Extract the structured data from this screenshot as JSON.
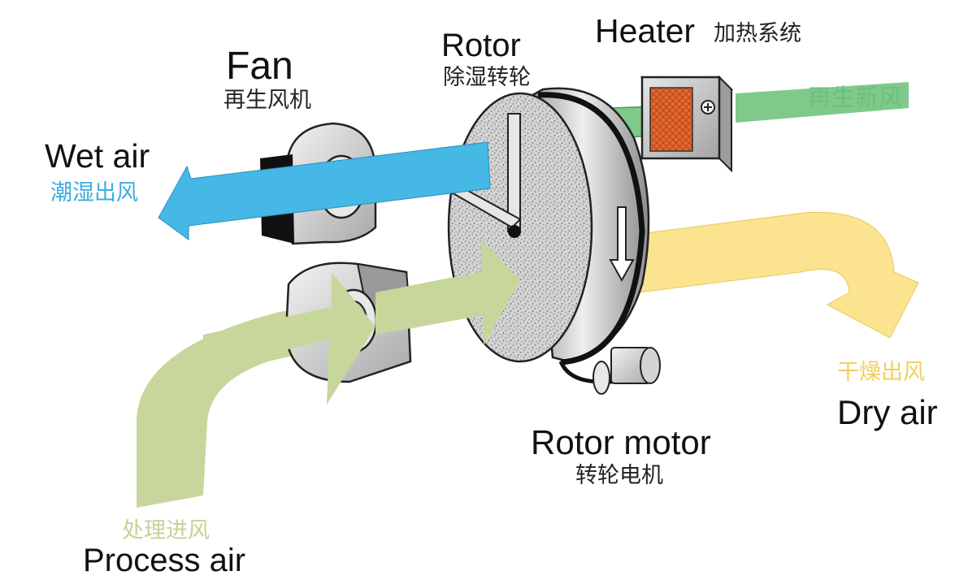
{
  "colors": {
    "process_air": "#c7d69a",
    "wet_air": "#45b8e5",
    "dry_air": "#fbe38f",
    "regen_air": "#7fc98b",
    "heater_element": "#e0662a",
    "rotor_face": "#d6d6d6"
  },
  "labels": {
    "rotor_en": "Rotor",
    "rotor_cn": "除湿转轮",
    "heater_en": "Heater",
    "heater_cn": "加热系统",
    "fan_en": "Fan",
    "fan_cn": "再生风机",
    "wet_air_en": "Wet air",
    "wet_air_cn": "潮湿出风",
    "regen_air_cn": "再生新风",
    "dry_air_cn": "干燥出风",
    "dry_air_en": "Dry air",
    "rotor_motor_en": "Rotor motor",
    "rotor_motor_cn": "转轮电机",
    "process_air_cn": "处理进风",
    "process_air_en": "Process air"
  },
  "icons": {
    "heater_symbol": "plus-icon"
  }
}
